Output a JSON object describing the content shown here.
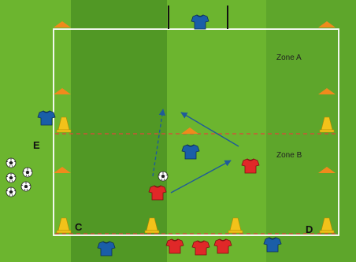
{
  "labels": {
    "zone_a": "Zone A",
    "zone_b": "Zone B",
    "corner_e": "E",
    "corner_c": "C",
    "corner_d": "D"
  },
  "colors": {
    "grass_light": "#6cb52f",
    "grass_dark": "#4f9424",
    "line": "#ffffff",
    "dashed_line": "#e0443a",
    "cone_orange": "#f08a1c",
    "cone_yellow": "#f2c21a",
    "team_blue": "#1a5ea8",
    "team_red": "#e02828",
    "arrow": "#1f5b9a"
  },
  "icons": {
    "player": "shirt-icon",
    "ball": "soccer-ball-icon",
    "cone": "cone-icon",
    "marker": "flat-marker-icon"
  }
}
